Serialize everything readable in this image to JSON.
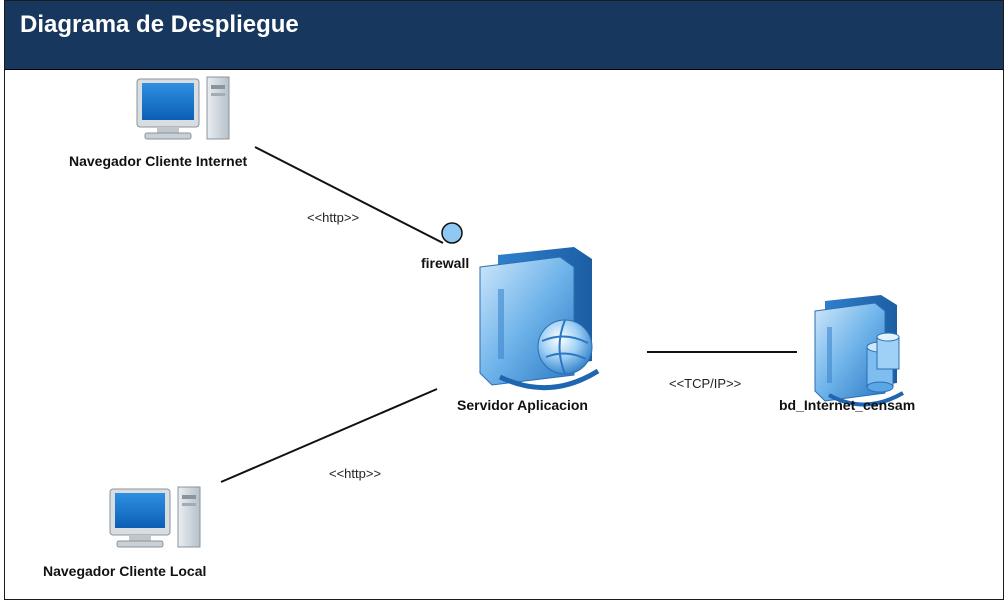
{
  "title": "Diagrama de Despliegue",
  "nodes": {
    "client_internet": {
      "label": "Navegador Cliente Internet",
      "icon": "desktop-computer-icon"
    },
    "firewall": {
      "label": "firewall",
      "icon": "interface-circle-icon"
    },
    "app_server": {
      "label": "Servidor Aplicacion",
      "icon": "web-server-globe-icon"
    },
    "db_server": {
      "label": "bd_Internet_censam",
      "icon": "database-server-icon"
    },
    "client_local": {
      "label": "Navegador Cliente Local",
      "icon": "desktop-computer-icon"
    }
  },
  "connections": {
    "internet_firewall": {
      "stereotype": "<<http>>"
    },
    "server_db": {
      "stereotype": "<<TCP/IP>>"
    },
    "local_server": {
      "stereotype": "<<http>>"
    }
  },
  "colors": {
    "title_bar": "#17375e",
    "node_blue": "#5aa6e6",
    "firewall_fill": "#8fc8f2"
  }
}
